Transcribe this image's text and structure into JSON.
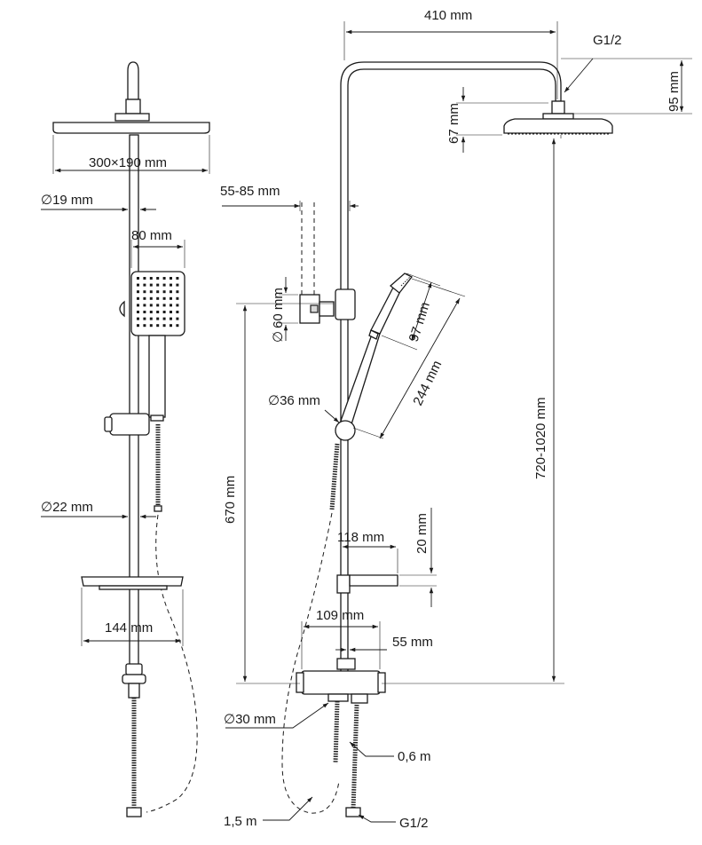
{
  "dimensions": {
    "top_width": "410 mm",
    "head_connection": "G1/2",
    "head_drop": "95 mm",
    "head_height": "67 mm",
    "head_size": "300×190 mm",
    "pipe_diameter_upper": "19 mm",
    "wall_offset": "55-85 mm",
    "hand_shower_width": "80 mm",
    "bracket_diameter": "60 mm",
    "hand_shower_head": "97 mm",
    "hand_shower_length": "244 mm",
    "holder_diameter": "36 mm",
    "height_range": "720-1020 mm",
    "total_height": "670 mm",
    "shelf_depth": "118 mm",
    "shelf_height": "20 mm",
    "pipe_diameter_lower": "22 mm",
    "shelf_width": "144 mm",
    "mixer_width": "109 mm",
    "mixer_offset": "55 mm",
    "inlet_diameter": "30 mm",
    "hose_short": "0,6 m",
    "hose_long": "1,5 m",
    "inlet_connection": "G1/2"
  },
  "symbols": {
    "diameter": "∅"
  }
}
